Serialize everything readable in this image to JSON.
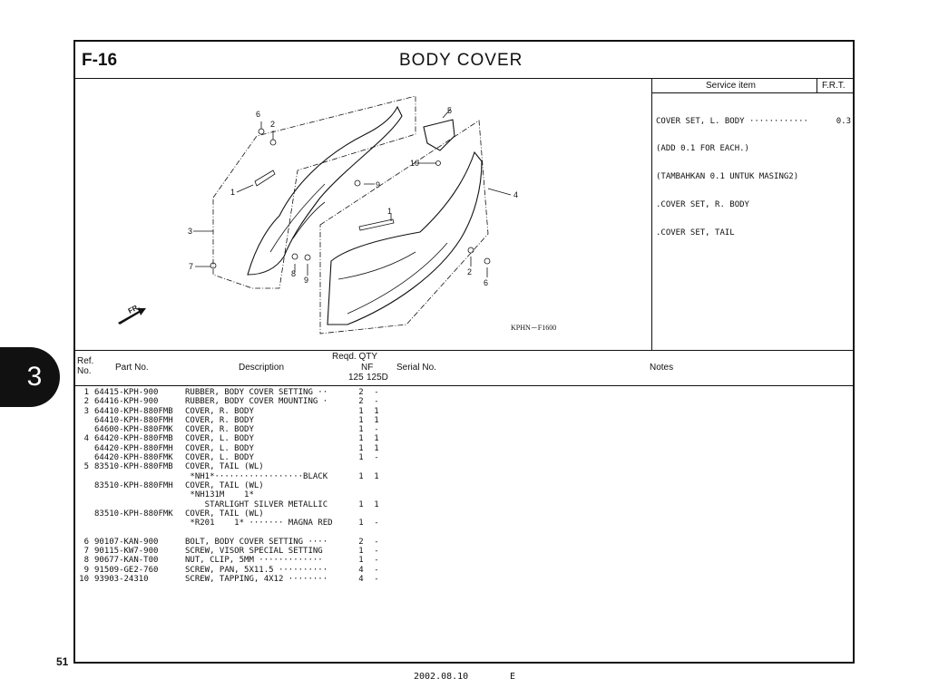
{
  "header": {
    "section_code": "F-16",
    "title": "BODY COVER"
  },
  "chapter_tab": "3",
  "page_number": "51",
  "footer": {
    "date": "2002.08.10",
    "edition": "E"
  },
  "service": {
    "header_item": "Service item",
    "header_frt": "F.R.T.",
    "lines": [
      {
        "text": "COVER SET, L. BODY ············",
        "frt": "0.3"
      },
      {
        "text": "(ADD 0.1 FOR EACH.)",
        "frt": ""
      },
      {
        "text": "(TAMBAHKAN 0.1 UNTUK MASING2)",
        "frt": ""
      },
      {
        "text": ".COVER SET, R. BODY",
        "frt": ""
      },
      {
        "text": ".COVER SET, TAIL",
        "frt": ""
      }
    ]
  },
  "diagram": {
    "code": "KPHN－F1600",
    "fr_label": "FR.",
    "callouts": [
      "6",
      "2",
      "1",
      "3",
      "7",
      "8",
      "9",
      "5",
      "10",
      "9",
      "4",
      "1",
      "2",
      "6"
    ]
  },
  "table_header": {
    "ref_line1": "Ref.",
    "ref_line2": "No.",
    "part_no": "Part No.",
    "description": "Description",
    "reqd_qty": "Reqd. QTY",
    "nf": "NF",
    "col_125": "125",
    "col_125d": "125D",
    "serial_no": "Serial No.",
    "notes": "Notes"
  },
  "parts": [
    {
      "ref": "1",
      "part": "64415-KPH-900",
      "desc": "RUBBER, BODY COVER SETTING ··",
      "q1": "2",
      "q2": "-"
    },
    {
      "ref": "2",
      "part": "64416-KPH-900",
      "desc": "RUBBER, BODY COVER MOUNTING ·",
      "q1": "2",
      "q2": "-"
    },
    {
      "ref": "3",
      "part": "64410-KPH-880FMB",
      "desc": "COVER, R. BODY",
      "q1": "1",
      "q2": "1"
    },
    {
      "ref": "",
      "part": "64410-KPH-880FMH",
      "desc": "COVER, R. BODY",
      "q1": "1",
      "q2": "1"
    },
    {
      "ref": "",
      "part": "64600-KPH-880FMK",
      "desc": "COVER, R. BODY",
      "q1": "1",
      "q2": "-"
    },
    {
      "ref": "4",
      "part": "64420-KPH-880FMB",
      "desc": "COVER, L. BODY",
      "q1": "1",
      "q2": "1"
    },
    {
      "ref": "",
      "part": "64420-KPH-880FMH",
      "desc": "COVER, L. BODY",
      "q1": "1",
      "q2": "1"
    },
    {
      "ref": "",
      "part": "64420-KPH-880FMK",
      "desc": "COVER, L. BODY",
      "q1": "1",
      "q2": "-"
    },
    {
      "ref": "5",
      "part": "83510-KPH-880FMB",
      "desc": "COVER, TAIL (WL)",
      "q1": "",
      "q2": ""
    },
    {
      "ref": "",
      "part": "",
      "desc": " *NH1*··················BLACK",
      "q1": "1",
      "q2": "1"
    },
    {
      "ref": "",
      "part": "83510-KPH-880FMH",
      "desc": "COVER, TAIL (WL)",
      "q1": "",
      "q2": ""
    },
    {
      "ref": "",
      "part": "",
      "desc": " *NH131M    1*",
      "q1": "",
      "q2": ""
    },
    {
      "ref": "",
      "part": "",
      "desc": "    STARLIGHT SILVER METALLIC",
      "q1": "1",
      "q2": "1"
    },
    {
      "ref": "",
      "part": "83510-KPH-880FMK",
      "desc": "COVER, TAIL (WL)",
      "q1": "",
      "q2": ""
    },
    {
      "ref": "",
      "part": "",
      "desc": " *R201    1* ······· MAGNA RED",
      "q1": "1",
      "q2": "-"
    },
    {
      "ref": "6",
      "part": "90107-KAN-900",
      "desc": "BOLT, BODY COVER SETTING ····",
      "q1": "2",
      "q2": "-"
    },
    {
      "ref": "7",
      "part": "90115-KW7-900",
      "desc": "SCREW, VISOR SPECIAL SETTING",
      "q1": "1",
      "q2": "-"
    },
    {
      "ref": "8",
      "part": "90677-KAN-T00",
      "desc": "NUT, CLIP, 5MM ·············",
      "q1": "1",
      "q2": "-"
    },
    {
      "ref": "9",
      "part": "91509-GE2-760",
      "desc": "SCREW, PAN, 5X11.5 ··········",
      "q1": "4",
      "q2": "-"
    },
    {
      "ref": "10",
      "part": "93903-24310",
      "desc": "SCREW, TAPPING, 4X12 ········",
      "q1": "4",
      "q2": "-"
    }
  ]
}
